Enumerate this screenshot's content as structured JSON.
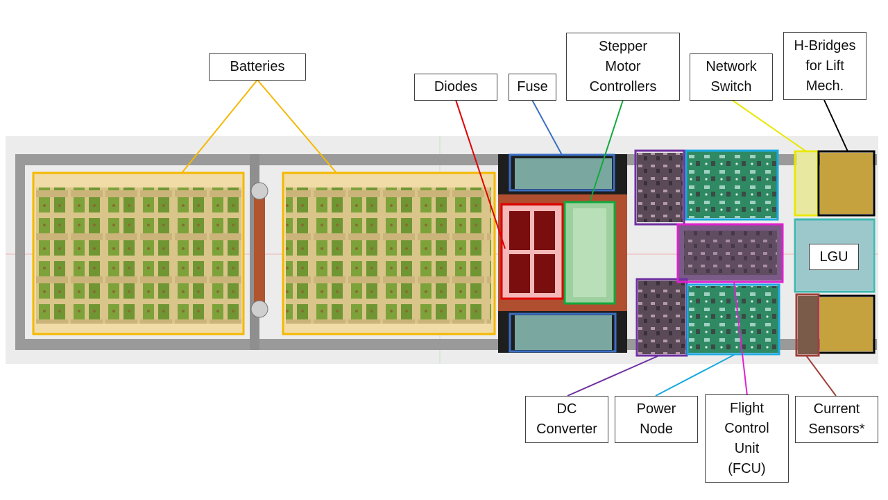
{
  "labels": {
    "batteries": "Batteries",
    "diodes": "Diodes",
    "fuse": "Fuse",
    "stepper": "Stepper\nMotor\nControllers",
    "network": "Network\nSwitch",
    "hbridges": "H-Bridges\nfor Lift\nMech.",
    "lgu": "LGU",
    "dc_converter": "DC\nConverter",
    "power_node": "Power\nNode",
    "fcu": "Flight\nControl\nUnit\n(FCU)",
    "current_sensors": "Current\nSensors*"
  },
  "colors": {
    "batteries": "#f5b800",
    "diodes": "#e00000",
    "fuse": "#3b6fc4",
    "stepper": "#12a83c",
    "network": "#e8e800",
    "hbridges": "#000000",
    "lgu": "#3fb8b0",
    "dc_converter": "#7030a0",
    "power_node": "#19a9e0",
    "fcu": "#e020d0",
    "current_sensors": "#a0403a"
  }
}
